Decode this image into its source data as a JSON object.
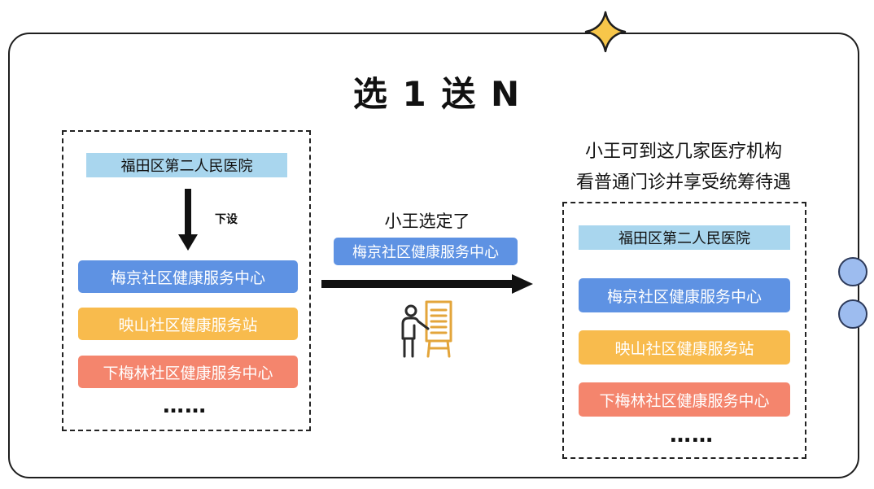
{
  "title": "选 1 送 N",
  "left": {
    "hospital": "福田区第二人民医院",
    "arrow_label": "下设",
    "centers": [
      "梅京社区健康服务中心",
      "映山社区健康服务站",
      "下梅林社区健康服务中心"
    ],
    "ellipsis": "……"
  },
  "middle": {
    "caption": "小王选定了",
    "selected": "梅京社区健康服务中心"
  },
  "right": {
    "line1": "小王可到这几家医疗机构",
    "line2": "看普通门诊并享受统筹待遇",
    "hospital": "福田区第二人民医院",
    "centers": [
      "梅京社区健康服务中心",
      "映山社区健康服务站",
      "下梅林社区健康服务中心"
    ],
    "ellipsis": "……"
  },
  "colors": {
    "blue": "#5e92e3",
    "orange": "#f8bb4d",
    "red": "#f4856d",
    "hospital": "#a9d6ee",
    "sparkle": "#f7c64a",
    "icon": "#e3a53b"
  }
}
